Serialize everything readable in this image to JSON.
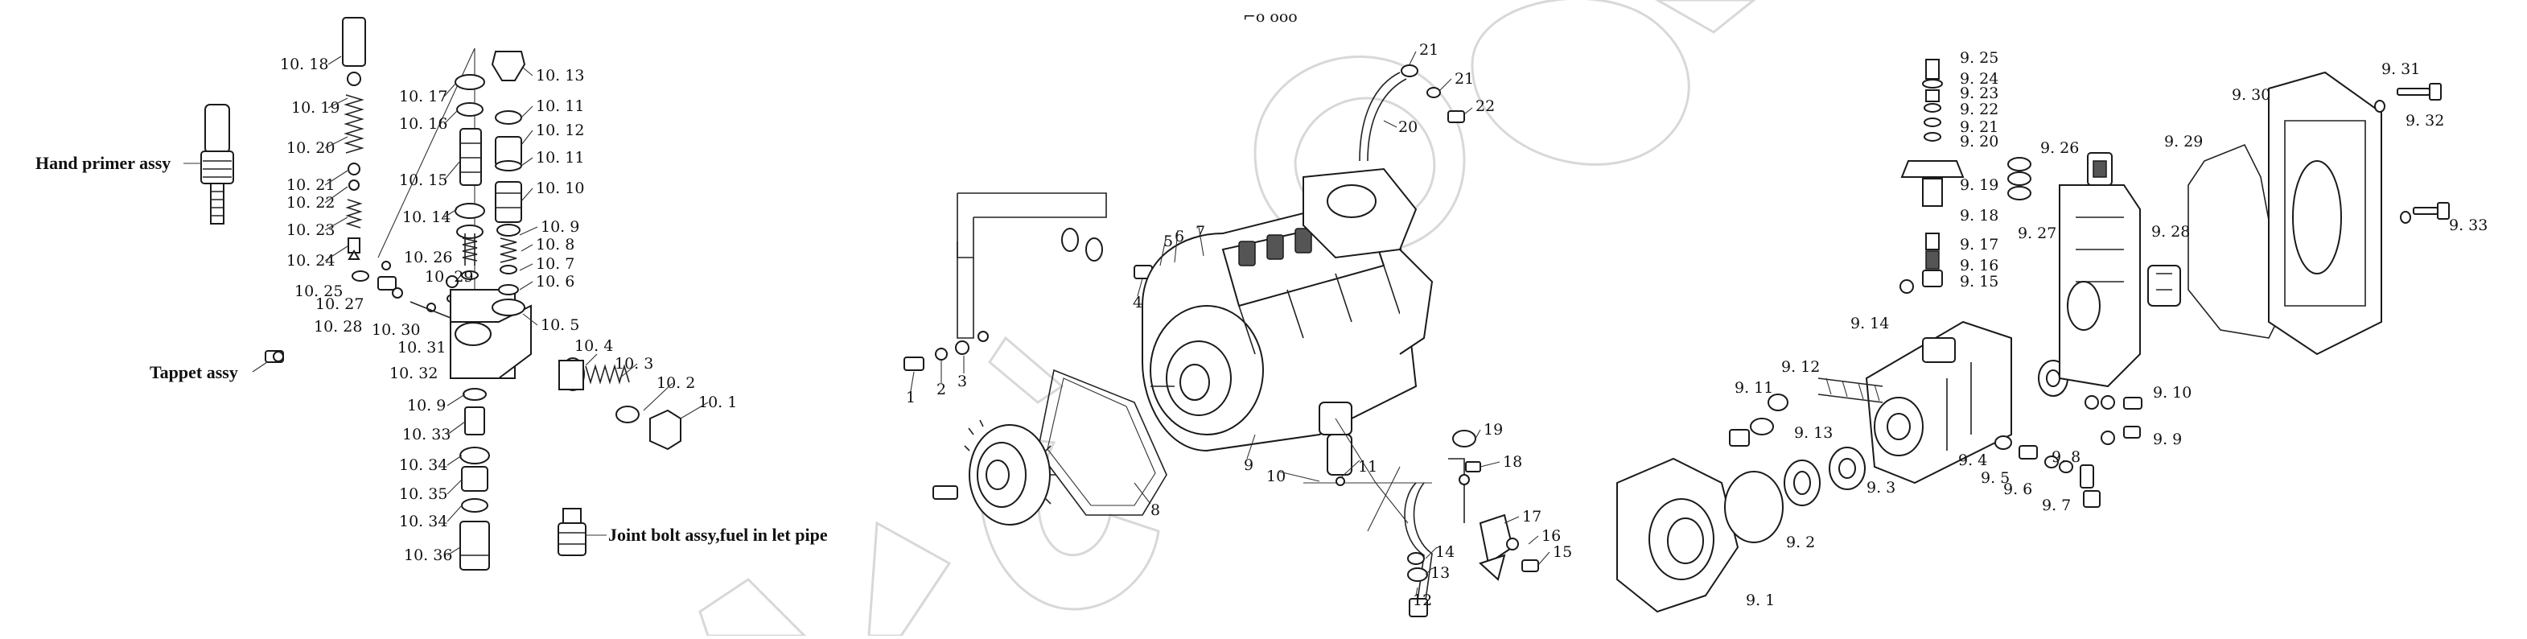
{
  "assemblies": {
    "hand_primer": "Hand primer assy",
    "tappet": "Tappet assy",
    "joint_bolt": "Joint bolt assy,fuel in let pipe"
  },
  "top_note": "⌐o ooo",
  "labels_group10": {
    "l10_18": "10. 18",
    "l10_19": "10. 19",
    "l10_20": "10. 20",
    "l10_21": "10. 21",
    "l10_22": "10. 22",
    "l10_23": "10. 23",
    "l10_24": "10. 24",
    "l10_25": "10. 25",
    "l10_27": "10. 27",
    "l10_28": "10. 28",
    "l10_30": "10. 30",
    "l10_26": "10. 26",
    "l10_29": "10. 29",
    "l10_31": "10. 31",
    "l10_32": "10. 32",
    "l10_17": "10. 17",
    "l10_16": "10. 16",
    "l10_15": "10. 15",
    "l10_14": "10. 14",
    "l10_13": "10. 13",
    "l10_11a": "10. 11",
    "l10_12": "10. 12",
    "l10_11b": "10. 11",
    "l10_10": "10. 10",
    "l10_9a": "10. 9",
    "l10_8": "10. 8",
    "l10_7": "10. 7",
    "l10_6": "10. 6",
    "l10_5": "10. 5",
    "l10_4": "10. 4",
    "l10_3": "10. 3",
    "l10_2": "10. 2",
    "l10_1": "10. 1",
    "l10_9b": "10. 9",
    "l10_33": "10. 33",
    "l10_34a": "10. 34",
    "l10_35": "10. 35",
    "l10_34b": "10. 34",
    "l10_36": "10. 36"
  },
  "labels_main": {
    "n1": "1",
    "n2": "2",
    "n3": "3",
    "n4": "4",
    "n5": "5",
    "n6": "6",
    "n7": "7",
    "n8": "8",
    "n9": "9",
    "n10": "10",
    "n11": "11",
    "n12": "12",
    "n13": "13",
    "n14": "14",
    "n15": "15",
    "n16": "16",
    "n17": "17",
    "n18": "18",
    "n19": "19",
    "n20": "20",
    "n21a": "21",
    "n21b": "21",
    "n22": "22"
  },
  "labels_group9": {
    "l9_25": "9. 25",
    "l9_24": "9. 24",
    "l9_23": "9. 23",
    "l9_22": "9. 22",
    "l9_21": "9. 21",
    "l9_20": "9. 20",
    "l9_19": "9. 19",
    "l9_18": "9. 18",
    "l9_17": "9. 17",
    "l9_16": "9. 16",
    "l9_15": "9. 15",
    "l9_14": "9. 14",
    "l9_26": "9. 26",
    "l9_27": "9. 27",
    "l9_28": "9. 28",
    "l9_29": "9. 29",
    "l9_30": "9. 30",
    "l9_31": "9. 31",
    "l9_32": "9. 32",
    "l9_33": "9. 33",
    "l9_12": "9. 12",
    "l9_11": "9. 11",
    "l9_13": "9. 13",
    "l9_10": "9. 10",
    "l9_9": "9. 9",
    "l9_8": "9. 8",
    "l9_4": "9. 4",
    "l9_5": "9. 5",
    "l9_6": "9. 6",
    "l9_7": "9. 7",
    "l9_3": "9. 3",
    "l9_2": "9. 2",
    "l9_1": "9. 1"
  }
}
